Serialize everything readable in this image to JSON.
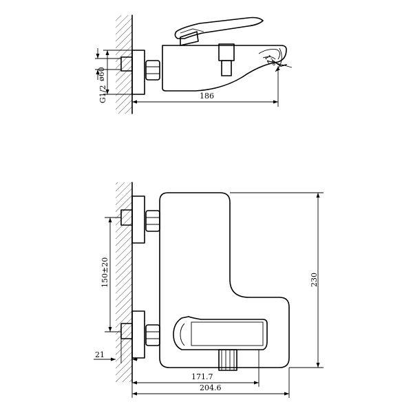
{
  "side_view": {
    "dim_width": "186",
    "dim_diameter": "ø60",
    "dim_thread": "G1/2",
    "dim_angle": "12°"
  },
  "front_view": {
    "dim_height": "230",
    "dim_centers": "150±20",
    "dim_wall_offset": "21",
    "dim_depth_inner": "171.7",
    "dim_depth_total": "204.6"
  }
}
